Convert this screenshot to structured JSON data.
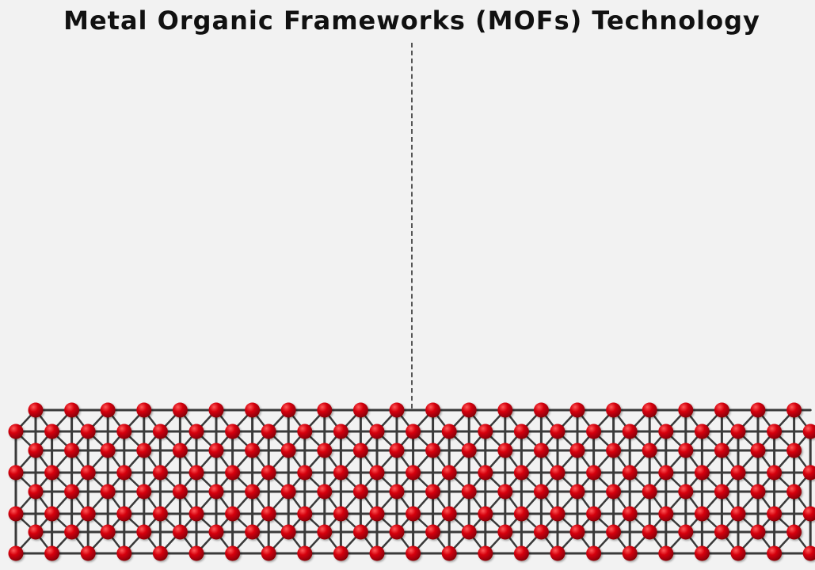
{
  "title": "Metal Organic Frameworks (MOFs) Technology",
  "colors": {
    "background": "#f2f2f2",
    "node": "#c8000b",
    "node_highlight": "#ff5a5a",
    "bond": "#3a3a3a",
    "divider": "#555555",
    "title": "#111111"
  },
  "diagram": {
    "type": "lattice",
    "node_icon": "metal-node",
    "bond_icon": "organic-linker"
  }
}
